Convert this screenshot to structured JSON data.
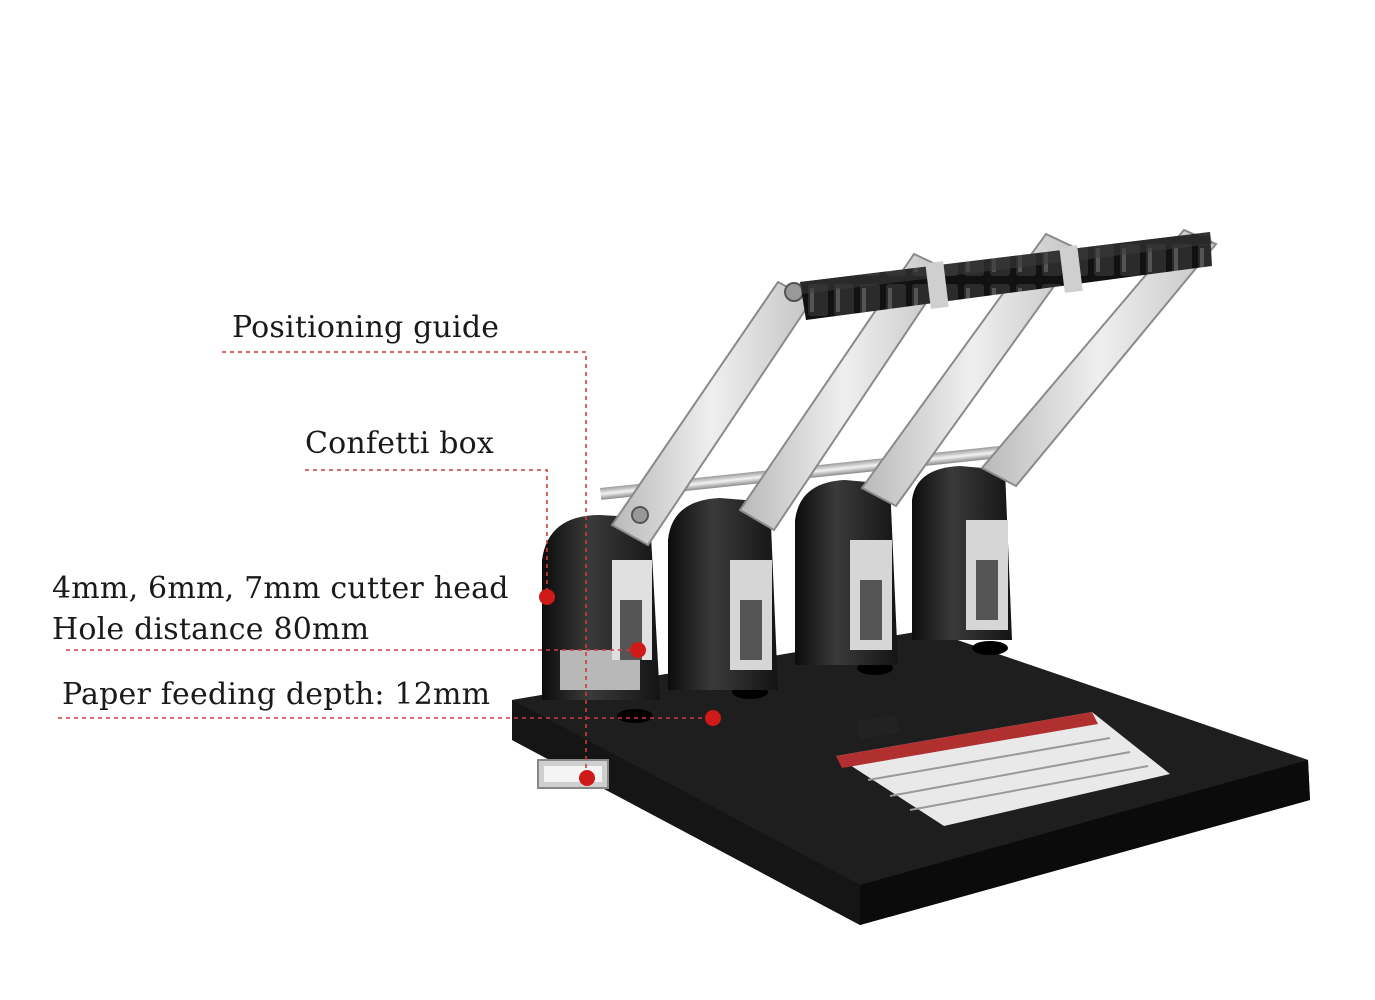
{
  "annotations": {
    "positioning_guide": "Positioning guide",
    "confetti_box": "Confetti box",
    "cutter_head": "4mm, 6mm, 7mm cutter head",
    "hole_distance": "Hole distance 80mm",
    "feeding_depth": "Paper feeding depth: 12mm"
  },
  "colors": {
    "leader_line": "#d23a3a",
    "marker_dot": "#d01a1a",
    "body_black": "#161616",
    "arm_silver": "#d9d9d9",
    "handle_black": "#101010",
    "background": "#ffffff"
  }
}
